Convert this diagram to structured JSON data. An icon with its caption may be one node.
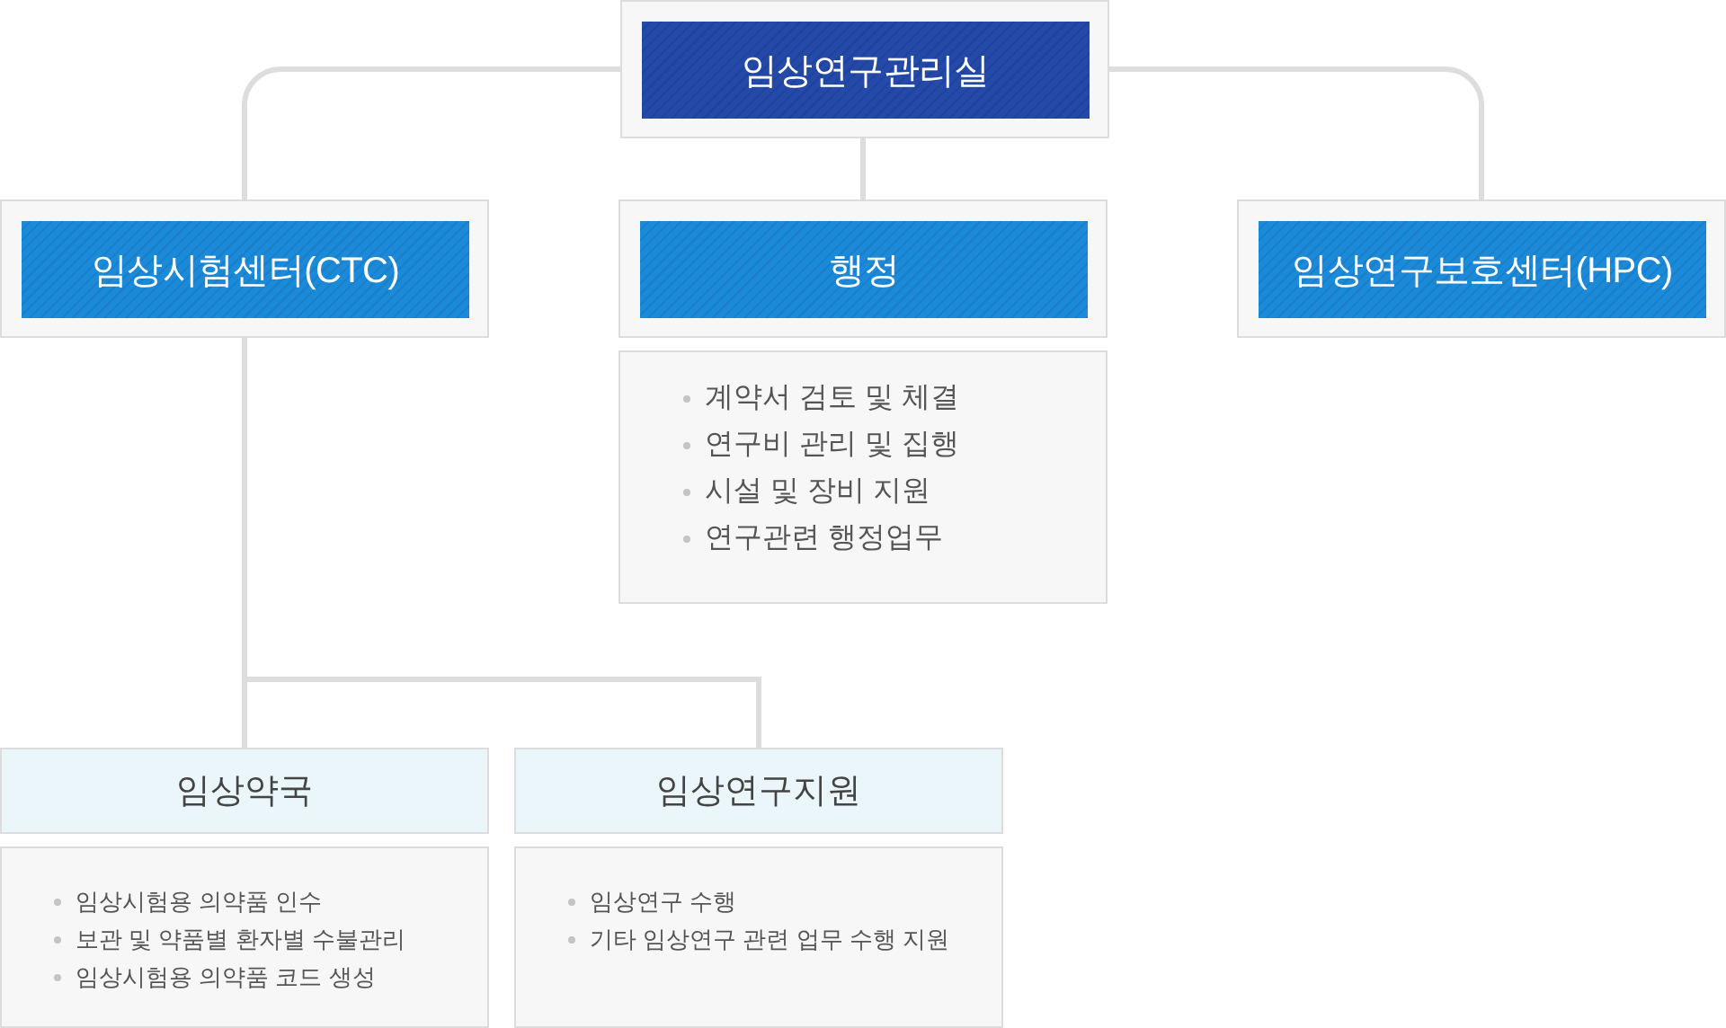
{
  "diagram": {
    "nodes": [
      {
        "text": [
          "임상연구관리실"
        ]
      },
      {
        "text": [
          "임상시험센터(CTC)"
        ]
      },
      {
        "text": [
          "행정"
        ]
      },
      {
        "text": [
          "임상연구보호센터(HPC)"
        ]
      },
      {
        "text": [
          "계약서 검토 및 체결",
          "연구비 관리 및 집행",
          "시설 및 장비 지원",
          "연구관련 행정업무"
        ]
      },
      {
        "text": [
          "임상약국"
        ]
      },
      {
        "text": [
          "임상시험용 의약품 인수",
          "보관 및 약품별 환자별 수불관리",
          "임상시험용 의약품 코드 생성"
        ]
      },
      {
        "text": [
          "임상연구지원"
        ]
      },
      {
        "text": [
          "임상연구 수행",
          "기타 임상연구 관련 업무 수행 지원"
        ]
      }
    ],
    "edges": [
      {
        "from": 0,
        "to": 1,
        "arrow": "none"
      },
      {
        "from": 0,
        "to": 2,
        "arrow": "none"
      },
      {
        "from": 0,
        "to": 3,
        "arrow": "none"
      },
      {
        "from": 1,
        "to": 5,
        "arrow": "none"
      },
      {
        "from": 1,
        "to": 7,
        "arrow": "none"
      }
    ]
  }
}
